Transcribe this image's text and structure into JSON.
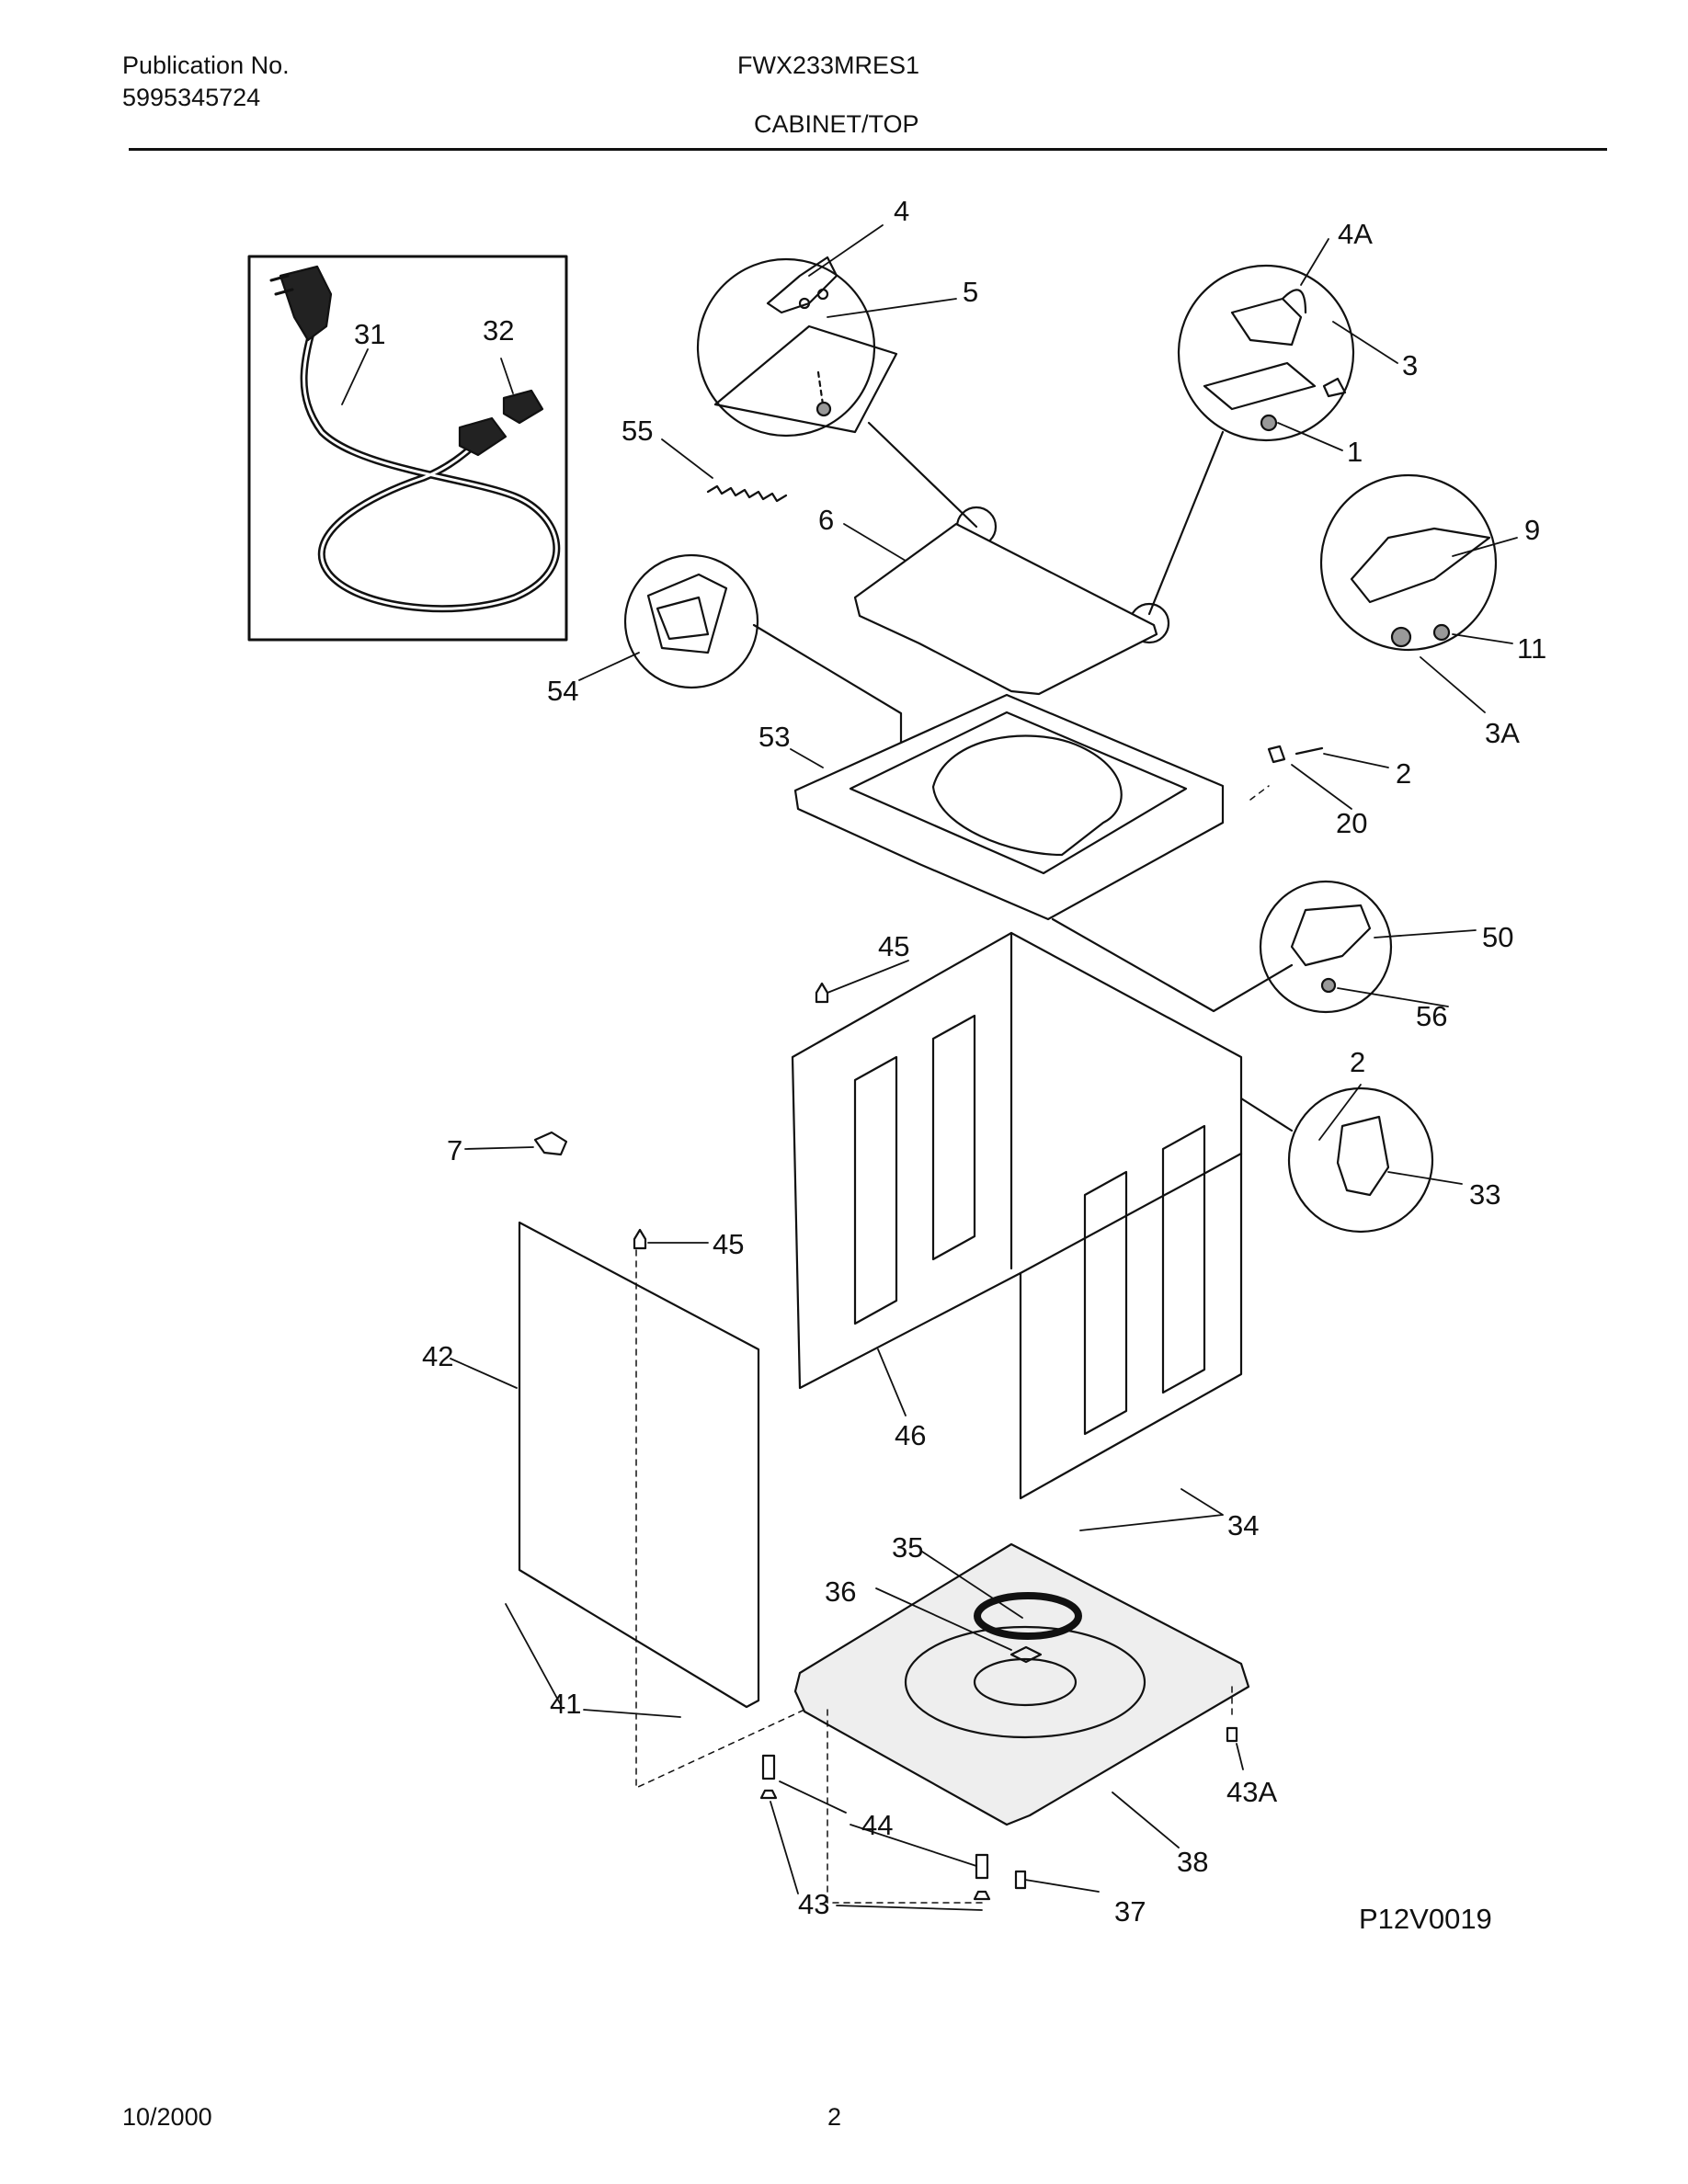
{
  "header": {
    "publication_label": "Publication No.",
    "publication_number": "5995345724",
    "model": "FWX233MRES1",
    "section": "CABINET/TOP"
  },
  "diagram": {
    "code": "P12V0019",
    "part_labels": [
      "4",
      "5",
      "4A",
      "3",
      "1",
      "31",
      "32",
      "55",
      "6",
      "9",
      "11",
      "3A",
      "54",
      "53",
      "2",
      "20",
      "50",
      "56",
      "45",
      "2",
      "33",
      "7",
      "45",
      "42",
      "46",
      "34",
      "35",
      "36",
      "41",
      "43A",
      "44",
      "38",
      "43",
      "37"
    ]
  },
  "footer": {
    "date": "10/2000",
    "page": "2"
  }
}
